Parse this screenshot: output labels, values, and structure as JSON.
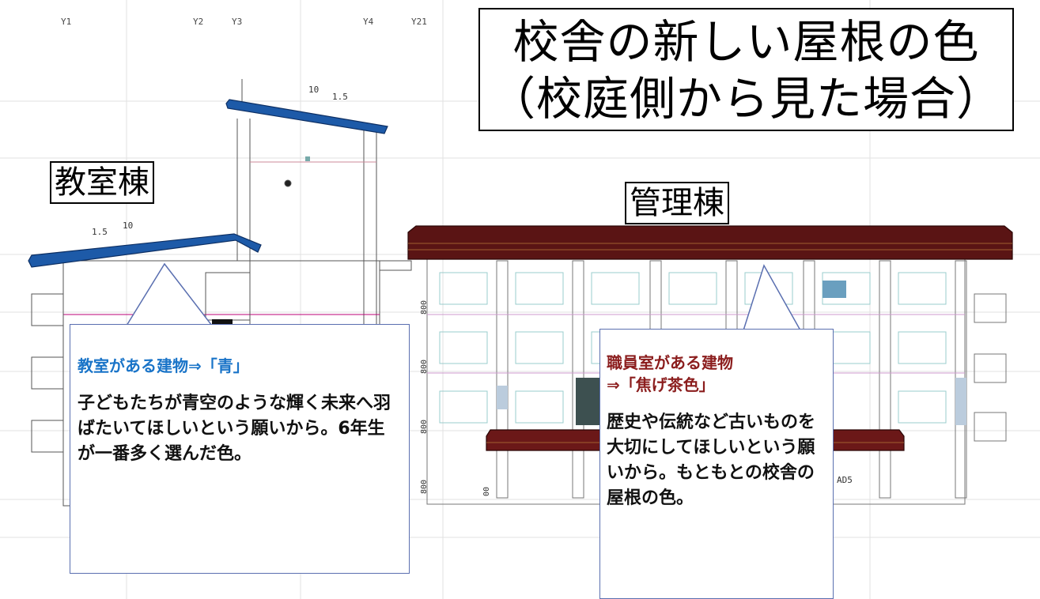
{
  "title": {
    "line1": "校舎の新しい屋根の色",
    "line2": "（校庭側から見た場合）"
  },
  "grid_labels": [
    "Y1",
    "Y2",
    "Y3",
    "Y4",
    "Y21"
  ],
  "dimensions": {
    "upper_slope_run": "10",
    "upper_slope_rise": "1.5",
    "lower_slope_run": "10",
    "lower_slope_rise": "1.5",
    "floor_heights": [
      "800",
      "800",
      "800",
      "800"
    ],
    "door_tag": "AD5",
    "small_tag": "00"
  },
  "buildings": {
    "classroom": {
      "label": "教室棟",
      "roof_color": "#1d5aa8"
    },
    "admin": {
      "label": "管理棟",
      "roof_color": "#5a1414"
    }
  },
  "callouts": {
    "classroom": {
      "heading": "教室がある建物⇒「青」",
      "heading_color": "#1a74c8",
      "body": "子どもたちが青空のような輝く未来へ羽ばたいてほしいという願いから。6年生が一番多く選んだ色。"
    },
    "admin": {
      "heading_line1": "職員室がある建物",
      "heading_line2": "⇒「焦げ茶色」",
      "heading_color": "#8b1d1d",
      "body": "歴史や伝統など古いものを大切にしてほしいという願いから。もともとの校舎の屋根の色。"
    }
  }
}
